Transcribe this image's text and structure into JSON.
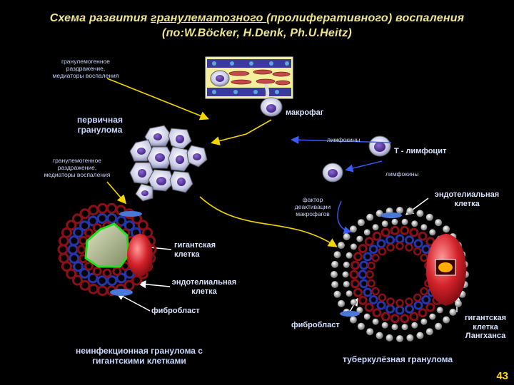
{
  "title": {
    "line1_prefix": "Схема развития ",
    "line1_underlined": "гранулематозного ",
    "line1_suffix": "(пролиферативного) воспаления",
    "line2": "(по:W.Böcker, H.Denk, Ph.U.Heitz)"
  },
  "labels": {
    "stimulus_top": "гранулемогенное раздражение, медиаторы воспаления",
    "macrophage": "макрофаг",
    "primary_granuloma": "первичная гранулома",
    "lymphokines_1": "лимфокины",
    "t_lymphocyte": "Т - лимфоцит",
    "stimulus_left": "гранулемогенное раздражение, медиаторы воспаления",
    "lymphokines_2": "лимфокины",
    "activation_factor": "фактор деактивации макрофагов",
    "endothelial_right": "эндотелиальная клетка",
    "giant_cell": "гигантская клетка",
    "endothelial_left": "эндотелиальная клетка",
    "fibroblast_left": "фибробласт",
    "fibroblast_right": "фибробласт",
    "langhans": "гигантская клетка Лангханса",
    "noninfectious": "неинфекционная гранулома с гигантскими клетками",
    "tuberculous": "туберкулёзная гранулома"
  },
  "page_number": "43",
  "colors": {
    "title": "#f0e68c",
    "arrow": "#f2d600",
    "cell_body": "#d8d8ee",
    "nucleus": "#5b3a9e",
    "ring_red": "#8a1018",
    "ring_blue": "#2636a8",
    "giant_green": "#1ee11e",
    "endothelial_red": "#d4222a"
  }
}
